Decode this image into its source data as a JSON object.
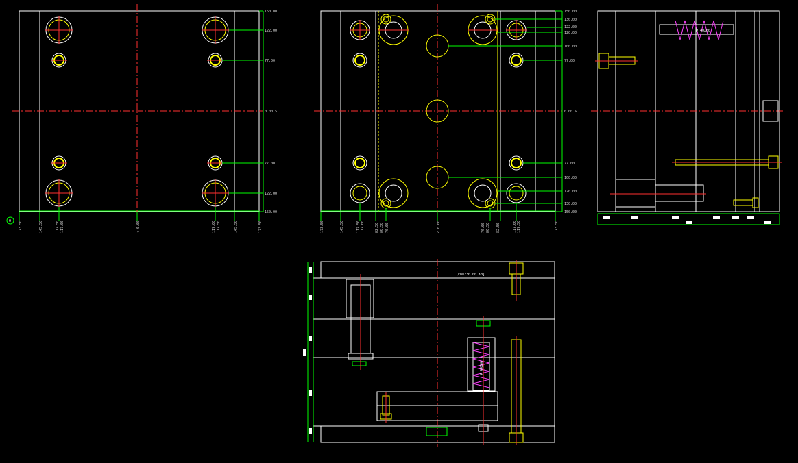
{
  "colors": {
    "background": "#000000",
    "outline": "#ffffff",
    "centerline": "#ff3030",
    "dimension": "#00ff00",
    "bolt": "#ffff00",
    "spring": "#ff40ff"
  },
  "view_top_left": {
    "right_dims": [
      "150.00",
      "122.00",
      "77.00",
      "0.00 >",
      "77.00",
      "122.00",
      "150.00"
    ],
    "bottom_dims": [
      "173.50",
      "145.50",
      "117.50",
      "117.00",
      "< 0.00",
      "117.00",
      "117.50",
      "145.50",
      "173.50"
    ],
    "marker": "0"
  },
  "view_top_middle": {
    "right_dims": [
      "150.00",
      "130.00",
      "122.00",
      "120.00",
      "100.00",
      "77.00",
      "0.00 >",
      "77.00",
      "100.00",
      "120.00",
      "130.00",
      "150.00"
    ],
    "bottom_dims": [
      "173.50",
      "145.50",
      "117.50",
      "117.00",
      "82.50",
      "80.50",
      "76.00",
      "< 0.00",
      "76.00",
      "80.50",
      "82.50",
      "117.00",
      "117.50",
      "173.50"
    ]
  },
  "view_side": {
    "spring_label": "# 40X60"
  },
  "view_section": {
    "force_label": "[Fn=230.00 Kn]",
    "spring_label": "# 40X60"
  }
}
